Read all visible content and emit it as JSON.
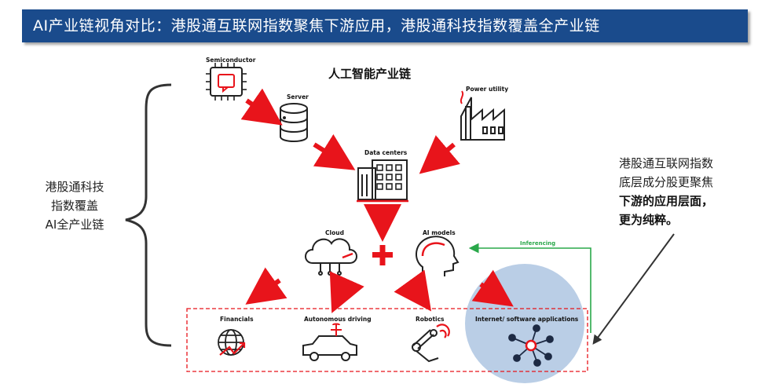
{
  "header": {
    "title": "AI产业链视角对比：港股通互联网指数聚焦下游应用，港股通科技指数覆盖全产业链"
  },
  "chain": {
    "title": "人工智能产业链"
  },
  "nodes": {
    "semiconductor": "Semiconductor",
    "server": "Server",
    "power_utility": "Power utility",
    "data_centers": "Data centers",
    "cloud": "Cloud",
    "ai_models": "AI models",
    "financials": "Financials",
    "autonomous_driving": "Autonomous driving",
    "robotics": "Robotics",
    "internet_apps": "Internet/ software applications"
  },
  "links": {
    "inferencing": "Inferencing"
  },
  "left_note": {
    "line1": "港股通科技",
    "line2": "指数覆盖",
    "line3": "AI全产业链"
  },
  "right_note": {
    "line1": "港股通互联网指数",
    "line2": "底层成分股更聚焦",
    "line3": "下游的应用层面，",
    "line4": "更为纯粹。"
  },
  "colors": {
    "banner": "#1a4b8c",
    "arrow": "#e8141b",
    "inferencing": "#2aa84a",
    "highlight_circle": "#aec6e2"
  }
}
